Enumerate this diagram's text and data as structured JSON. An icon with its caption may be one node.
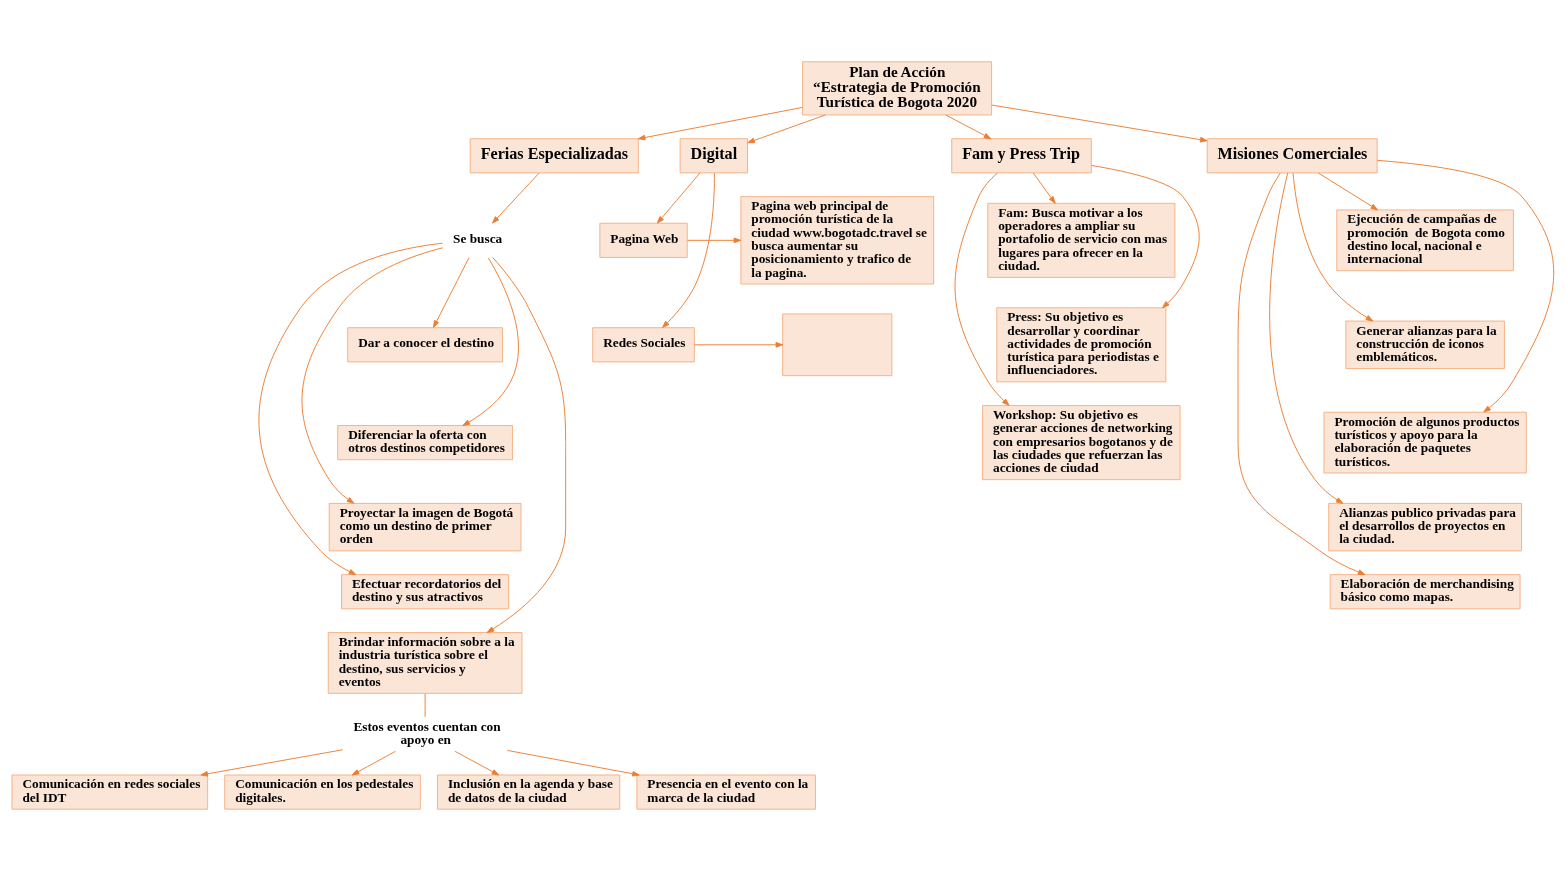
{
  "diagram": {
    "nodes": [
      {
        "text": [
          "Plan de Acción “Estrategia de Promoción Turística de Bogota 2020"
        ]
      },
      {
        "text": [
          "Ferias Especializadas"
        ]
      },
      {
        "text": [
          "Digital"
        ]
      },
      {
        "text": [
          "Fam y Press Trip"
        ]
      },
      {
        "text": [
          "Misiones Comerciales"
        ]
      },
      {
        "text": [
          "Se busca"
        ]
      },
      {
        "text": [
          "Dar a conocer el destino"
        ]
      },
      {
        "text": [
          "Diferenciar la oferta con otros destinos competidores"
        ]
      },
      {
        "text": [
          "Proyectar la imagen de Bogotá como un destino de primer orden"
        ]
      },
      {
        "text": [
          "Efectuar recordatorios del destino y sus atractivos"
        ]
      },
      {
        "text": [
          "Brindar información sobre a la industria turística sobre el destino, sus servicios y eventos"
        ]
      },
      {
        "text": [
          "Pagina Web"
        ]
      },
      {
        "text": [
          "Redes Sociales"
        ]
      },
      {
        "text": [
          "Pagina web principal de promoción turística de la ciudad www.bogotadc.travel se busca aumentar su posicionamiento y trafico de la pagina."
        ]
      },
      {
        "text": [],
        "shape": "box"
      },
      {
        "text": [
          "Fam: Busca motivar a los operadores a ampliar su portafolio de servicio con mas lugares para ofrecer en la ciudad."
        ]
      },
      {
        "text": [
          "Press: Su objetivo es desarrollar y coordinar actividades de promoción turística para periodistas e influenciadores."
        ]
      },
      {
        "text": [
          "Workshop: Su objetivo es generar acciones de networking con empresarios bogotanos y de las ciudades que refuerzan las acciones de ciudad"
        ]
      },
      {
        "text": [
          "Ejecución de campañas de promoción  de Bogota como destino local, nacional e internacional"
        ]
      },
      {
        "text": [
          "Generar alianzas para la construcción de iconos emblemáticos."
        ]
      },
      {
        "text": [
          "Promoción de algunos productos turísticos y apoyo para la elaboración de paquetes turísticos."
        ]
      },
      {
        "text": [
          "Alianzas publico privadas para el desarrollos de proyectos en la ciudad."
        ]
      },
      {
        "text": [
          "Elaboración de merchandising básico como mapas."
        ]
      },
      {
        "text": [
          "Estos eventos cuentan con apoyo en"
        ]
      },
      {
        "text": [
          "Comunicación en redes sociales del IDT"
        ]
      },
      {
        "text": [
          "Comunicación en los pedestales digitales."
        ]
      },
      {
        "text": [
          "Inclusión en la agenda y base de datos de la ciudad"
        ]
      },
      {
        "text": [
          "Presencia en el evento con la marca de la ciudad"
        ]
      }
    ],
    "edges": [
      {
        "from": 0,
        "to": 1,
        "arrow": "to"
      },
      {
        "from": 0,
        "to": 2,
        "arrow": "to"
      },
      {
        "from": 0,
        "to": 3,
        "arrow": "to"
      },
      {
        "from": 0,
        "to": 4,
        "arrow": "to"
      },
      {
        "from": 1,
        "to": 5,
        "arrow": "to"
      },
      {
        "from": 5,
        "to": 6,
        "arrow": "to"
      },
      {
        "from": 5,
        "to": 7,
        "arrow": "to"
      },
      {
        "from": 5,
        "to": 8,
        "arrow": "to"
      },
      {
        "from": 5,
        "to": 9,
        "arrow": "to"
      },
      {
        "from": 5,
        "to": 10,
        "arrow": "to"
      },
      {
        "from": 2,
        "to": 11,
        "arrow": "to"
      },
      {
        "from": 2,
        "to": 12,
        "arrow": "to"
      },
      {
        "from": 11,
        "to": 13,
        "arrow": "to"
      },
      {
        "from": 12,
        "to": 14,
        "arrow": "to"
      },
      {
        "from": 3,
        "to": 15,
        "arrow": "to"
      },
      {
        "from": 3,
        "to": 16,
        "arrow": "to"
      },
      {
        "from": 3,
        "to": 17,
        "arrow": "to"
      },
      {
        "from": 4,
        "to": 18,
        "arrow": "to"
      },
      {
        "from": 4,
        "to": 19,
        "arrow": "to"
      },
      {
        "from": 4,
        "to": 20,
        "arrow": "to"
      },
      {
        "from": 4,
        "to": 21,
        "arrow": "to"
      },
      {
        "from": 4,
        "to": 22,
        "arrow": "to"
      },
      {
        "from": 10,
        "to": 23,
        "arrow": "none"
      },
      {
        "from": 23,
        "to": 24,
        "arrow": "to"
      },
      {
        "from": 23,
        "to": 25,
        "arrow": "to"
      },
      {
        "from": 23,
        "to": 26,
        "arrow": "to"
      },
      {
        "from": 23,
        "to": 27,
        "arrow": "to"
      }
    ]
  }
}
